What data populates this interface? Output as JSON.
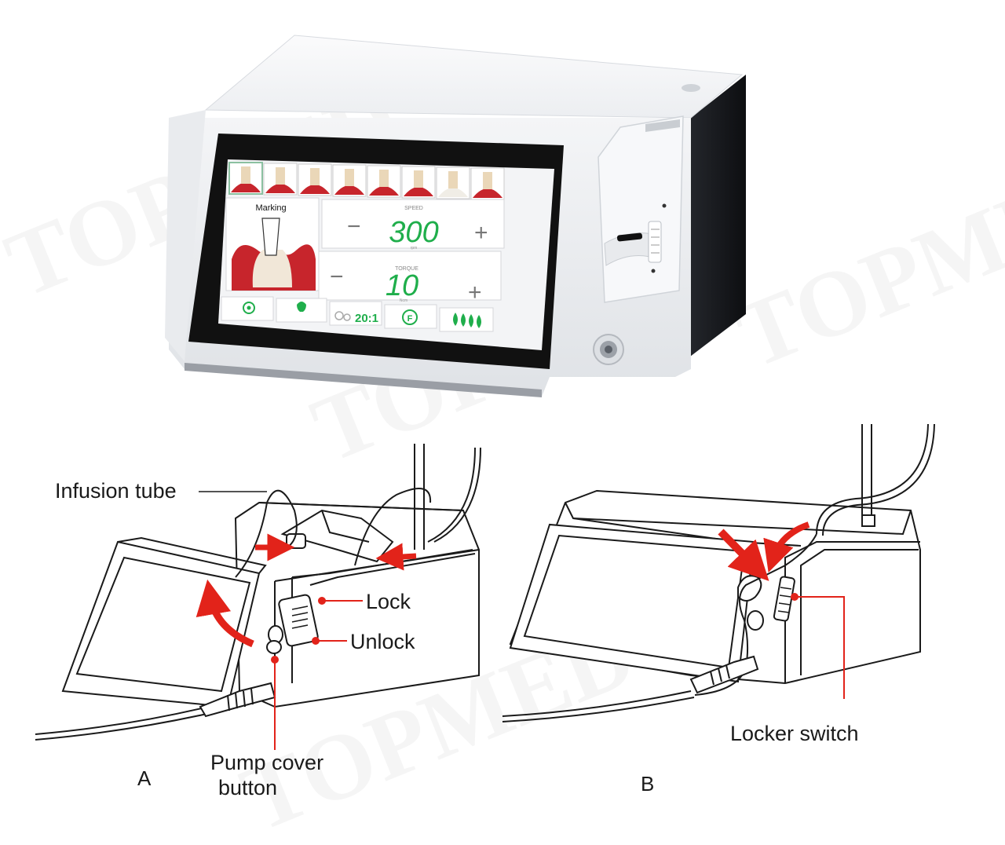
{
  "watermark": "TOPMED",
  "device": {
    "screen": {
      "step_label": "Marking",
      "speed": {
        "label": "SPEED",
        "value": "300",
        "unit": "rpm",
        "minus": "−",
        "plus": "+"
      },
      "torque": {
        "label": "TORQUE",
        "value": "10",
        "unit": "Ncm",
        "minus": "−",
        "plus": "+"
      },
      "ratio": "20:1",
      "bottom_icons": [
        "settings-icon",
        "light-icon",
        "gear-ratio-icon",
        "forward-icon",
        "irrigation-icon"
      ]
    }
  },
  "diagram_a": {
    "letter": "A",
    "labels": {
      "infusion_tube": "Infusion tube",
      "lock": "Lock",
      "unlock": "Unlock",
      "pump_cover_line1": "Pump cover",
      "pump_cover_line2": "button"
    }
  },
  "diagram_b": {
    "letter": "B",
    "labels": {
      "locker_switch": "Locker switch"
    }
  },
  "colors": {
    "accent": "#e2231a",
    "screen_green": "#1fae4b",
    "tooth_red": "#c7252c"
  }
}
